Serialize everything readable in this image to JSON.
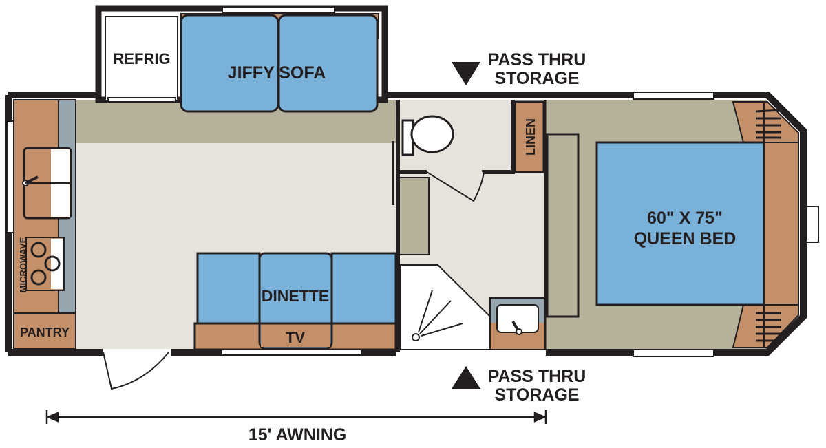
{
  "labels": {
    "refrig": "REFRIG",
    "sofa": "JIFFY SOFA",
    "pass_thru_top_line1": "PASS THRU",
    "pass_thru_top_line2": "STORAGE",
    "pass_thru_bottom_line1": "PASS THRU",
    "pass_thru_bottom_line2": "STORAGE",
    "linen": "LINEN",
    "bed_size": "60\" X 75\"",
    "bed_type": "QUEEN BED",
    "microwave": "MICROWAVE",
    "pantry": "PANTRY",
    "dinette": "DINETTE",
    "tv": "TV",
    "awning": "15' AWNING"
  },
  "colors": {
    "wall": "#231f20",
    "wood": "#c4906a",
    "cushion": "#7ab1d8",
    "carpet": "#b6b19b",
    "floor": "#e6e3dc",
    "counter": "#96a6ae",
    "white": "#ffffff"
  }
}
